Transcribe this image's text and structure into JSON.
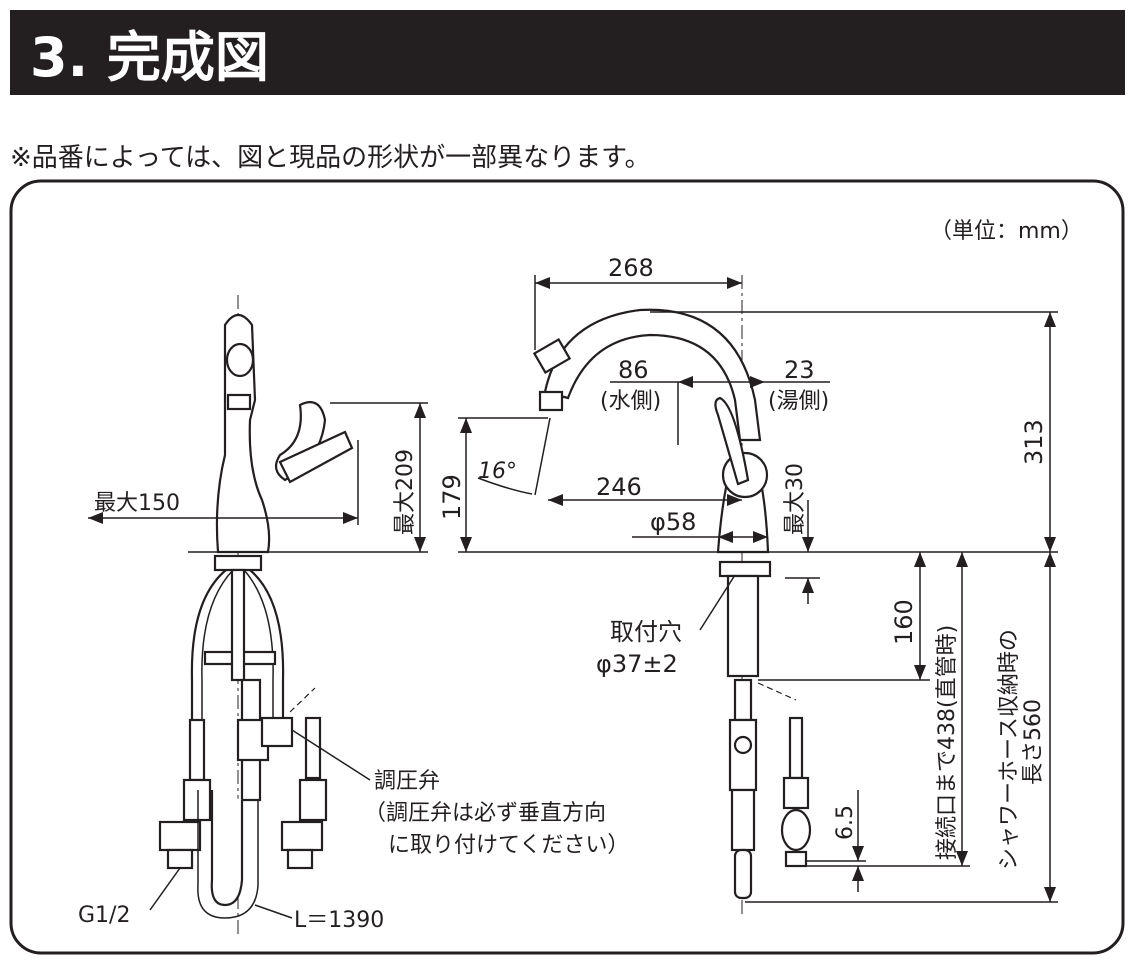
{
  "header": {
    "title": "3. 完成図"
  },
  "note": "※品番によっては、図と現品の形状が一部異なります。",
  "unit": "（単位：mm）",
  "side_view": {
    "max_reach": "最大150",
    "max_height": "最大209",
    "valve_label": "調圧弁",
    "valve_note_1": "（調圧弁は必ず垂直方向",
    "valve_note_2": "に取り付けてください）",
    "thread": "G1/2",
    "hose_length": "L＝1390"
  },
  "front_view": {
    "span_268": "268",
    "height_313": "313",
    "water_offset": "86",
    "water_label": "(水側)",
    "hot_offset": "23",
    "hot_label": "(湯側)",
    "height_179": "179",
    "angle": "16°",
    "reach_246": "246",
    "base_diameter": "φ58",
    "max_30": "最大30",
    "depth_160": "160",
    "hole_label": "取付穴",
    "hole_size": "φ37±2",
    "connect_438": "接続口まで438(直管時)",
    "hose_stored_1": "シャワーホース収納時の",
    "hose_stored_2": "長さ560",
    "offset_6_5": "6.5"
  }
}
